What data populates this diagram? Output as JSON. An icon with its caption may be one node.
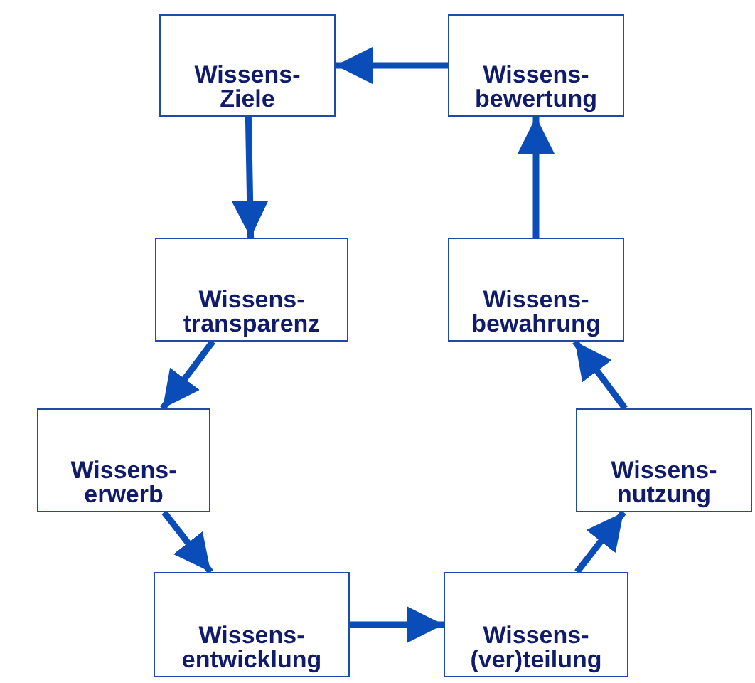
{
  "diagram": {
    "nodes": [
      {
        "text": [
          "Wissens- Ziele"
        ]
      },
      {
        "text": [
          "Wissens- bewertung"
        ]
      },
      {
        "text": [
          "Wissens- transparenz"
        ]
      },
      {
        "text": [
          "Wissens- bewahrung"
        ]
      },
      {
        "text": [
          "Wissens- erwerb"
        ]
      },
      {
        "text": [
          "Wissens- nutzung"
        ]
      },
      {
        "text": [
          "Wissens- entwicklung"
        ]
      },
      {
        "text": [
          "Wissens- (ver)teilung"
        ]
      }
    ],
    "edges": [
      {
        "from": 1,
        "to": 0,
        "arrow": "to"
      },
      {
        "from": 0,
        "to": 2,
        "arrow": "to"
      },
      {
        "from": 3,
        "to": 1,
        "arrow": "to"
      },
      {
        "from": 2,
        "to": 4,
        "arrow": "to"
      },
      {
        "from": 5,
        "to": 3,
        "arrow": "to"
      },
      {
        "from": 4,
        "to": 6,
        "arrow": "to"
      },
      {
        "from": 6,
        "to": 7,
        "arrow": "to"
      },
      {
        "from": 7,
        "to": 5,
        "arrow": "to"
      }
    ]
  }
}
